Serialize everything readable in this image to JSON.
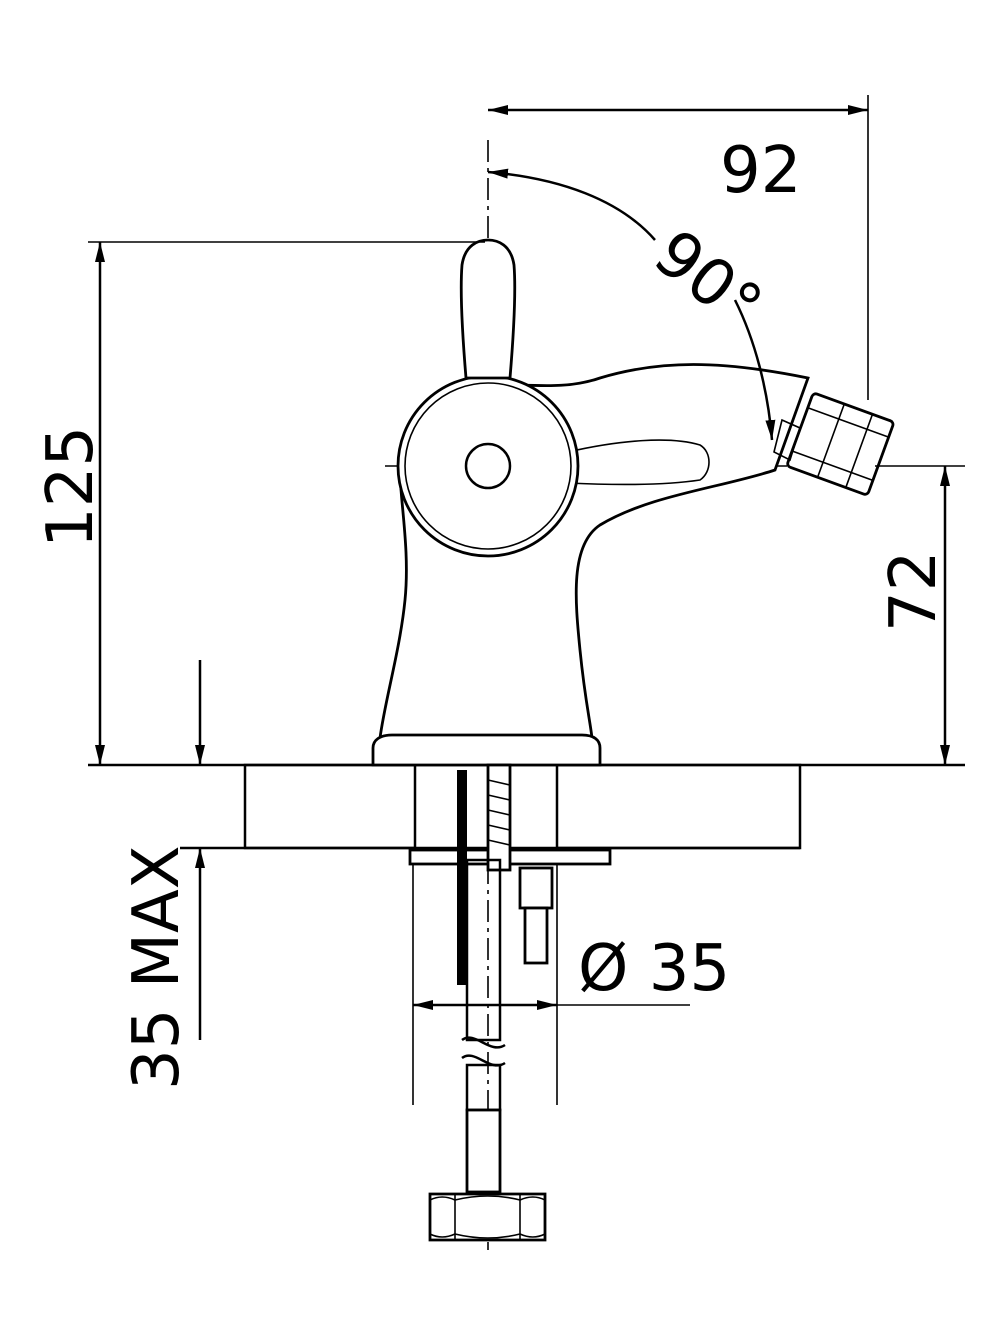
{
  "dimensions": {
    "width_92": "92",
    "angle_90": "90°",
    "height_125": "125",
    "height_72": "72",
    "max_35": "35 MAX",
    "diameter_35": "Ø 35"
  },
  "colors": {
    "ink": "#000000",
    "paper": "#ffffff"
  }
}
